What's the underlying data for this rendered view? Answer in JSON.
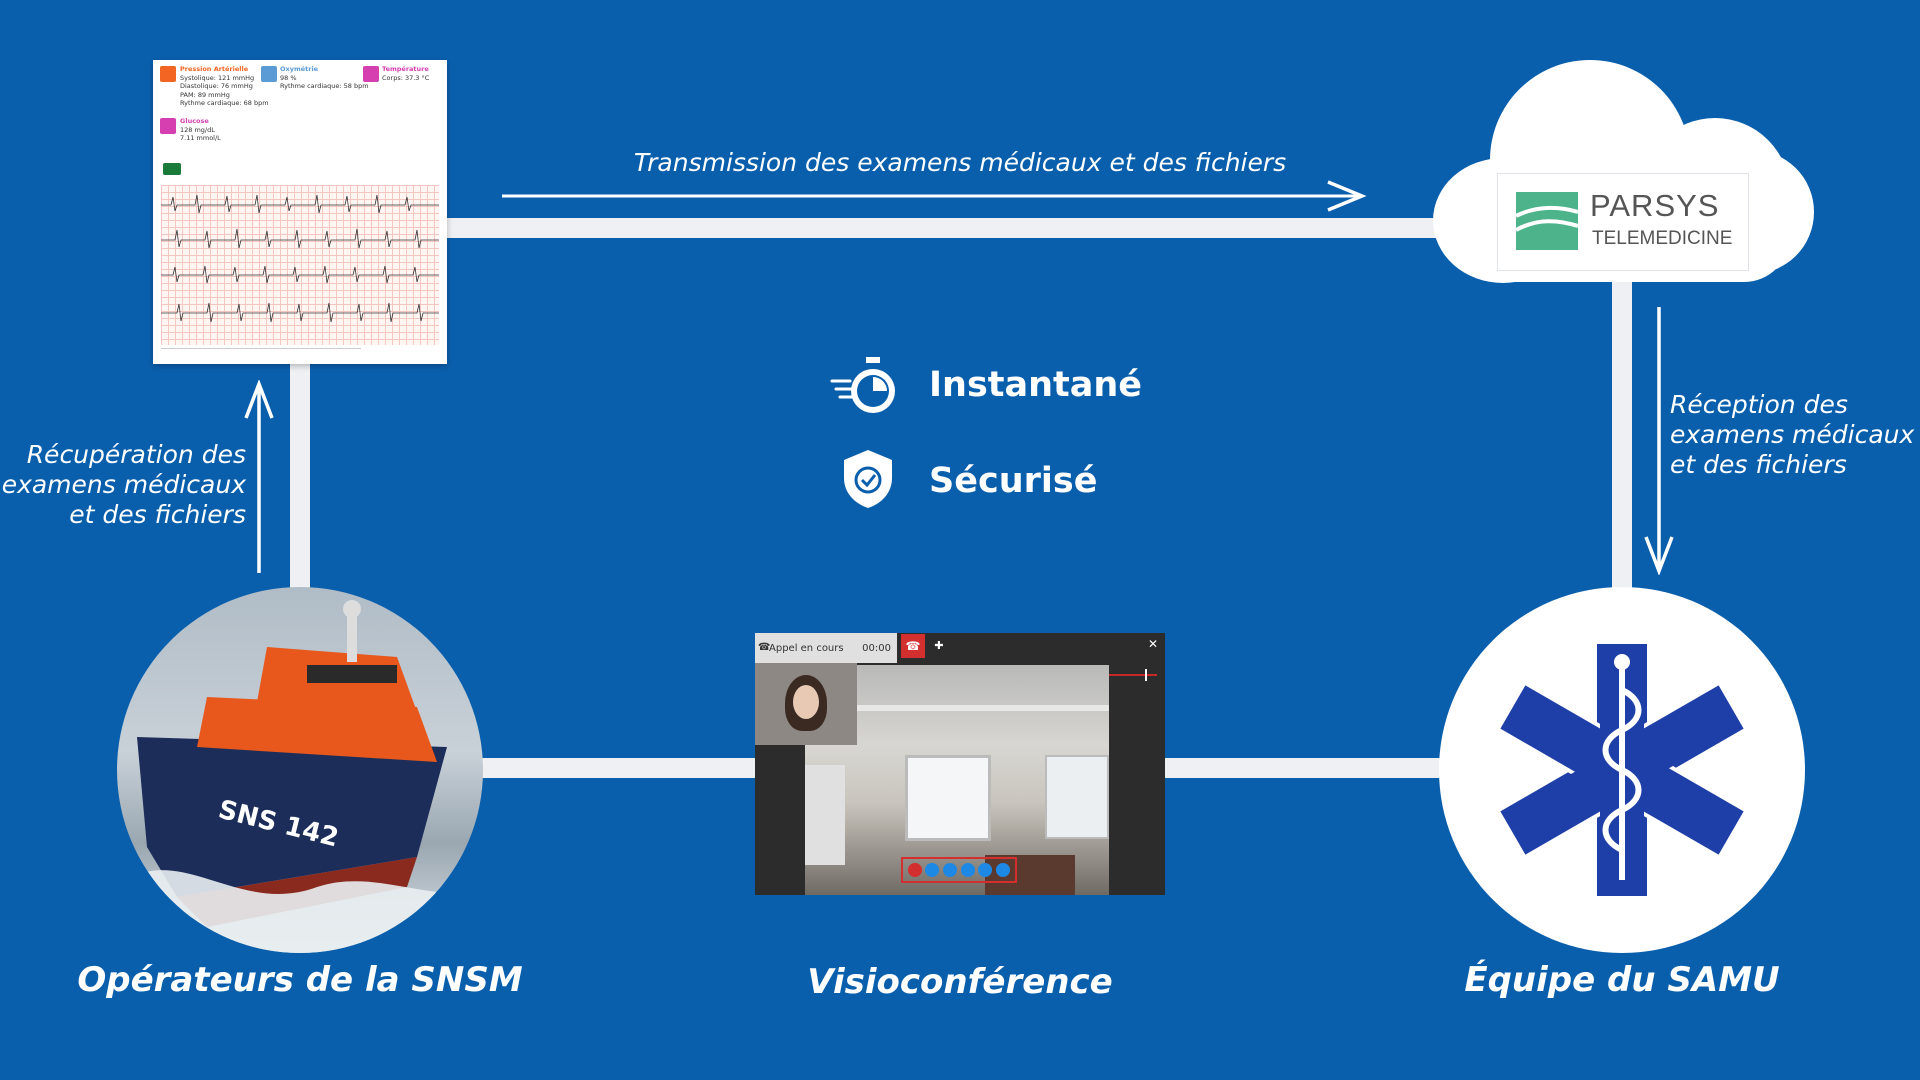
{
  "flows": {
    "transmission": "Transmission des examens médicaux et des fichiers",
    "reception": [
      "Réception des",
      "examens médicaux",
      "et des fichiers"
    ],
    "recuperation": [
      "Récupération des",
      "examens médicaux",
      "et des fichiers"
    ]
  },
  "features": [
    {
      "label": "Instantané",
      "icon": "stopwatch-icon"
    },
    {
      "label": "Sécurisé",
      "icon": "shield-check-icon"
    }
  ],
  "nodes": {
    "snsm": "Opérateurs de la SNSM",
    "visio": "Visioconférence",
    "samu": "Équipe du SAMU"
  },
  "logo": {
    "brand": "PARSYS",
    "sub": "TELEMEDICINE"
  },
  "report": {
    "vitals": [
      {
        "title": "Pression Artérielle",
        "lines": [
          "Systolique: 121 mmHg",
          "Diastolique: 76 mmHg",
          "PAM: 89 mmHg",
          "Rythme cardiaque: 68 bpm"
        ],
        "color": "#f26522"
      },
      {
        "title": "Oxymétrie",
        "lines": [
          "98 %",
          "Rythme cardiaque: 58 bpm"
        ],
        "color": "#5b9bd5"
      },
      {
        "title": "Température",
        "lines": [
          "Corps: 37.3 °C"
        ],
        "color": "#d63fb0"
      },
      {
        "title": "Glucose",
        "lines": [
          "128 mg/dL",
          "7.11 mmol/L"
        ],
        "color": "#d63fb0"
      }
    ]
  },
  "call": {
    "status": "Appel en cours",
    "time": "00:00"
  },
  "colors": {
    "background": "#0a5fad",
    "connector": "#eef0f4",
    "samu_star": "#1f3fa8",
    "boat_hull": "#1c2d5a",
    "boat_cabin": "#e8581c"
  }
}
